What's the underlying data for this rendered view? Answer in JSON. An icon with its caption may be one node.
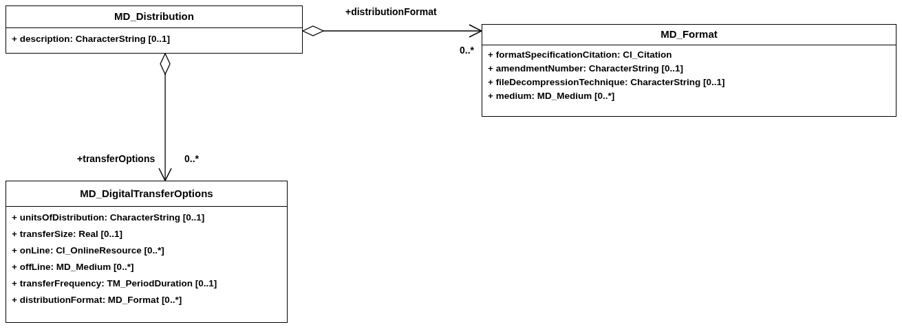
{
  "diagram": {
    "nodes": [
      {
        "text": [
          "MD_Distribution",
          "+ description: CharacterString [0..1]"
        ]
      },
      {
        "text": [
          "MD_Format",
          "+ formatSpecificationCitation: CI_Citation",
          "+ amendmentNumber: CharacterString [0..1]",
          "+ fileDecompressionTechnique: CharacterString [0..1]",
          "+ medium: MD_Medium [0..*]"
        ],
        "beside": [
          "0..*"
        ]
      },
      {
        "text": [
          "MD_DigitalTransferOptions",
          "+ unitsOfDistribution: CharacterString [0..1]",
          "+ transferSize: Real [0..1]",
          "+ onLine: CI_OnlineResource [0..*]",
          "+ offLine: MD_Medium [0..*]",
          "+ transferFrequency: TM_PeriodDuration [0..1]",
          "+ distributionFormat: MD_Format [0..*]"
        ],
        "beside": [
          "0..*"
        ]
      }
    ],
    "edges": [
      {
        "from": 0,
        "to": 1,
        "arrow": "to",
        "label": "+distributionFormat"
      },
      {
        "from": 0,
        "to": 2,
        "arrow": "to",
        "label": "+transferOptions"
      }
    ]
  }
}
